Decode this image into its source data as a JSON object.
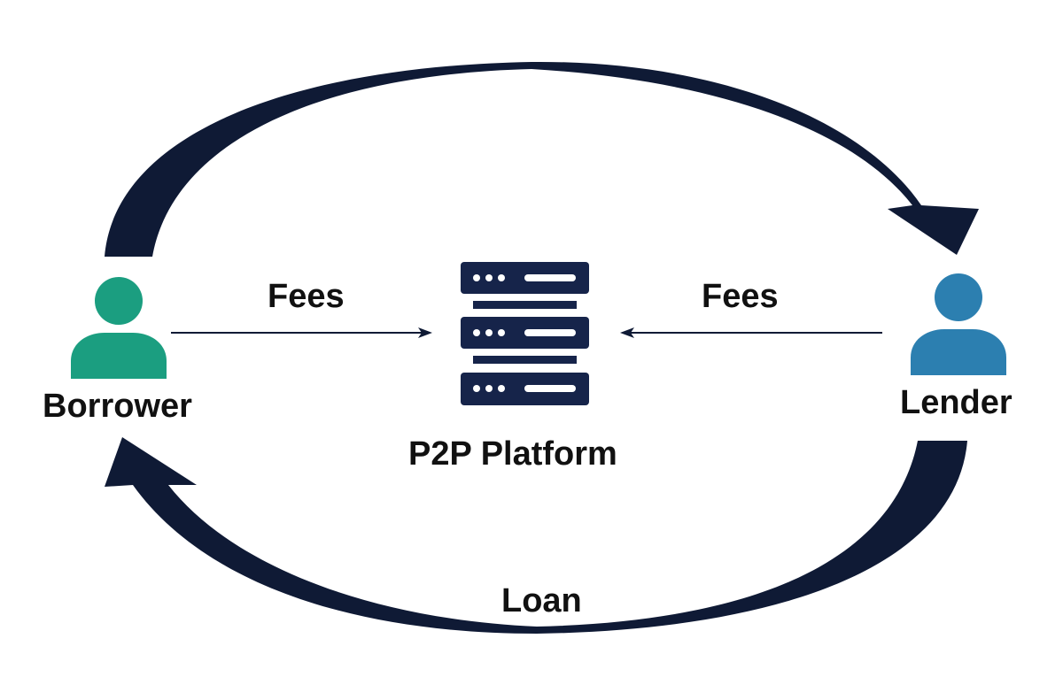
{
  "nodes": {
    "borrower": {
      "label": "Borrower",
      "color": "#1b9e80"
    },
    "lender": {
      "label": "Lender",
      "color": "#2c7fb0"
    },
    "platform": {
      "label": "P2P Platform",
      "color": "#16244a",
      "icon": "server-stack-icon"
    }
  },
  "edges": {
    "fees_from_borrower": {
      "label": "Fees"
    },
    "fees_from_lender": {
      "label": "Fees"
    },
    "loan": {
      "label": "Loan"
    }
  },
  "colors": {
    "arrow": "#0f1a35",
    "text": "#111111",
    "background": "#ffffff"
  }
}
